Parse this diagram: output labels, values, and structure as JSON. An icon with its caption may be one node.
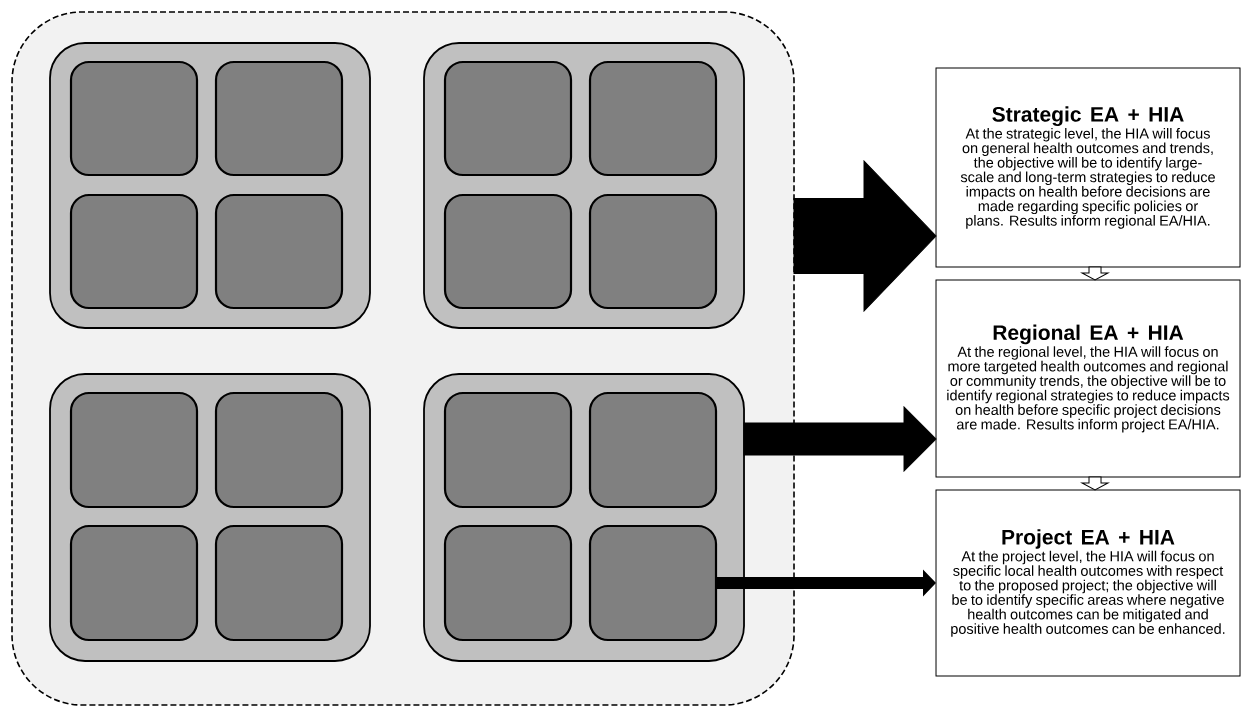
{
  "diagram": {
    "nodes": [
      {
        "text": [],
        "shape": "box"
      },
      {
        "text": [],
        "shape": "box",
        "in": 0
      },
      {
        "text": [],
        "shape": "box",
        "in": 1
      },
      {
        "text": [],
        "shape": "box",
        "in": 1
      },
      {
        "text": [],
        "shape": "box",
        "in": 1
      },
      {
        "text": [],
        "shape": "box",
        "in": 1
      },
      {
        "text": [],
        "shape": "box",
        "in": 0
      },
      {
        "text": [],
        "shape": "box",
        "in": 6
      },
      {
        "text": [],
        "shape": "box",
        "in": 6
      },
      {
        "text": [],
        "shape": "box",
        "in": 6
      },
      {
        "text": [],
        "shape": "box",
        "in": 6
      },
      {
        "text": [],
        "shape": "box",
        "in": 0
      },
      {
        "text": [],
        "shape": "box",
        "in": 11
      },
      {
        "text": [],
        "shape": "box",
        "in": 11
      },
      {
        "text": [],
        "shape": "box",
        "in": 11
      },
      {
        "text": [],
        "shape": "box",
        "in": 11
      },
      {
        "text": [],
        "shape": "box",
        "in": 0
      },
      {
        "text": [],
        "shape": "box",
        "in": 16
      },
      {
        "text": [],
        "shape": "box",
        "in": 16
      },
      {
        "text": [],
        "shape": "box",
        "in": 16
      },
      {
        "text": [],
        "shape": "box",
        "in": 16
      },
      {
        "text": [
          "Strategic EA + HIA",
          "At the strategic level, the HIA will focus on general health outcomes and trends, the objective will be to identify large-scale and long-term strategies to reduce impacts on health before decisions are made regarding specific policies or plans. Results inform regional EA/HIA."
        ]
      },
      {
        "text": [
          "Regional EA + HIA",
          "At the regional level, the HIA will focus on more targeted health outcomes and regional or community trends, the objective will be to identify regional strategies to reduce impacts on health before specific project decisions are made. Results inform project EA/HIA."
        ]
      },
      {
        "text": [
          "Project EA + HIA",
          "At the project level, the HIA will focus on specific local health outcomes with respect to the proposed project; the objective will be to identify specific areas where negative health outcomes can be mitigated and positive health outcomes can be enhanced."
        ]
      }
    ],
    "edges": [
      {
        "from": 0,
        "to": 21,
        "arrow": "to",
        "style": "thick"
      },
      {
        "from": 16,
        "to": 22,
        "arrow": "to",
        "style": "thick"
      },
      {
        "from": 20,
        "to": 23,
        "arrow": "to"
      },
      {
        "from": 21,
        "to": 22,
        "arrow": "to",
        "style": "thick",
        "color": "#ffffff"
      },
      {
        "from": 22,
        "to": 23,
        "arrow": "to",
        "style": "thick",
        "color": "#ffffff"
      }
    ]
  }
}
